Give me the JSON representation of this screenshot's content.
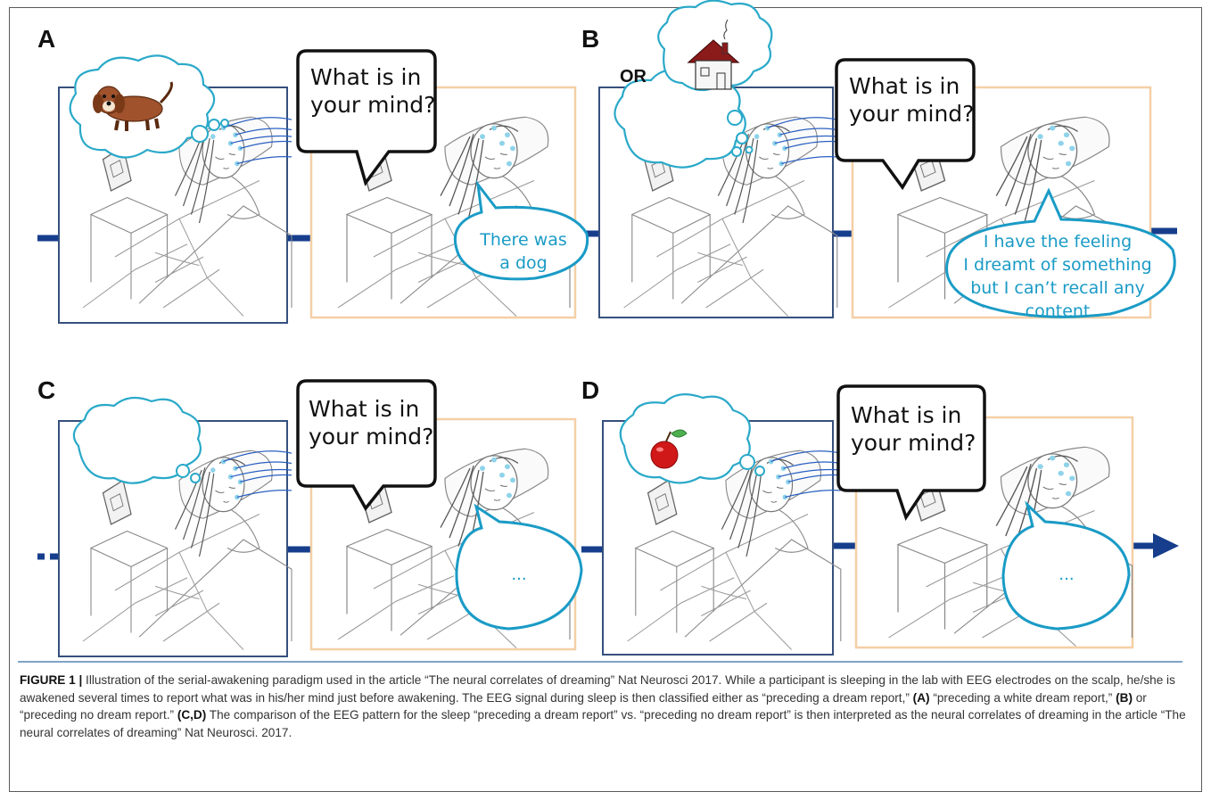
{
  "panels": {
    "A": {
      "letter": "A",
      "question": [
        "What is in",
        "your mind?"
      ],
      "answer": [
        "There was",
        "a dog"
      ]
    },
    "B": {
      "letter": "B",
      "or_label": "OR",
      "question": [
        "What is in",
        "your mind?"
      ],
      "answer": [
        "I have the feeling",
        "I dreamt of something",
        "but I can’t recall any",
        "content"
      ]
    },
    "C": {
      "letter": "C",
      "question": [
        "What is in",
        "your mind?"
      ],
      "answer": [
        "..."
      ]
    },
    "D": {
      "letter": "D",
      "question": [
        "What is in",
        "your mind?"
      ],
      "answer": [
        "..."
      ]
    }
  },
  "caption": {
    "label": "FIGURE 1 |",
    "part1": " Illustration of the serial-awakening paradigm used in the article “The neural correlates of dreaming” Nat Neurosci 2017. While a participant is sleeping in the lab with EEG electrodes on the scalp, he/she is awakened several times to report what was in his/her mind just before awakening. The EEG signal during sleep is then classified either as “preceding a dream report,” ",
    "ref_a": "(A)",
    "part2": " “preceding a white dream report,” ",
    "ref_b": "(B)",
    "part3": " or “preceding no dream report.” ",
    "ref_cd": "(C,D)",
    "part4": " The comparison of the EEG pattern for the sleep “preceding a dream report” vs. “preceding no dream report” is then interpreted as the neural correlates of dreaming in the article “The neural correlates of dreaming” Nat Neurosci. 2017."
  },
  "colors": {
    "sleep_frame": "#35507e",
    "wake_frame": "#f5cfa6",
    "timeline": "#163e8c",
    "speech_teal": "#1a9bc6",
    "thought_teal": "#2aa9c9",
    "sketch": "#8a8a8a"
  }
}
